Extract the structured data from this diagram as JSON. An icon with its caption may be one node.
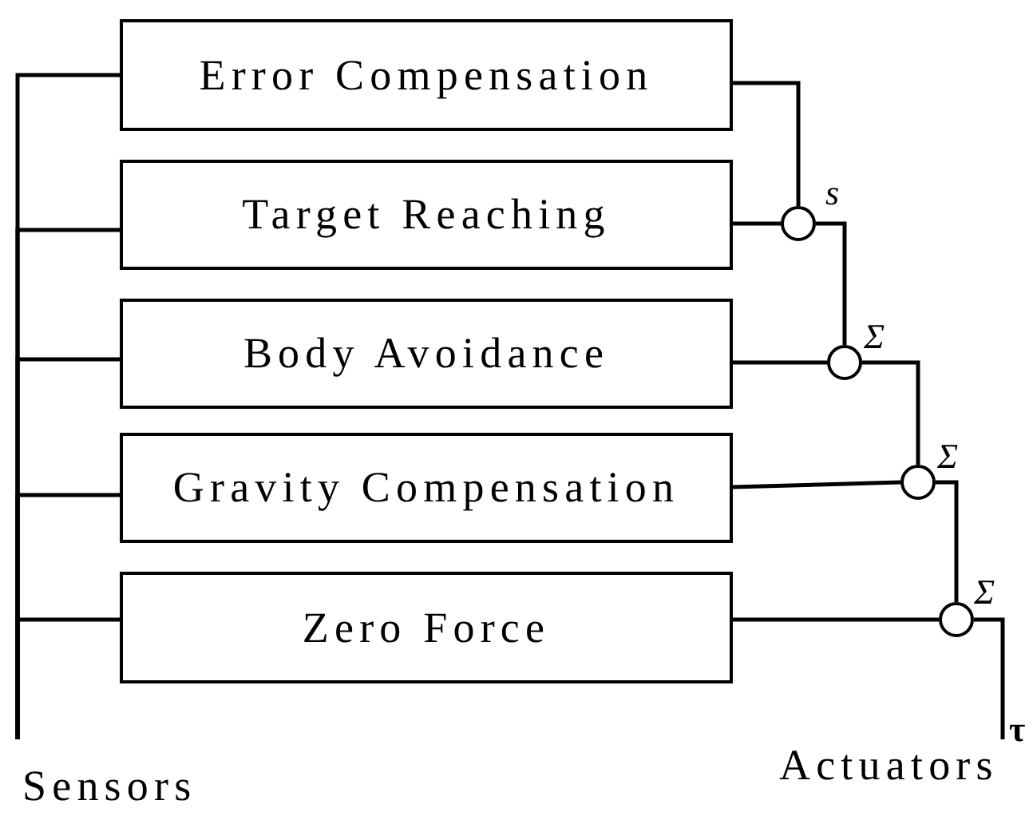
{
  "diagram": {
    "nodes": [
      {
        "text": [
          "Error Compensation"
        ]
      },
      {
        "text": [
          "Target Reaching"
        ]
      },
      {
        "text": [
          "Body Avoidance"
        ]
      },
      {
        "text": [
          "Gravity Compensation"
        ]
      },
      {
        "text": [
          "Zero Force"
        ]
      },
      {
        "text": [],
        "shape": "circle",
        "beside": [
          "s"
        ]
      },
      {
        "text": [],
        "shape": "circle",
        "beside": [
          "Σ"
        ]
      },
      {
        "text": [],
        "shape": "circle",
        "beside": [
          "Σ"
        ]
      },
      {
        "text": [],
        "shape": "circle",
        "beside": [
          "Σ"
        ]
      },
      {
        "text": [
          "Sensors"
        ]
      },
      {
        "text": [
          "Actuators"
        ]
      }
    ],
    "edges": [
      {
        "from": 9,
        "to": 0,
        "arrow": "none"
      },
      {
        "from": 9,
        "to": 1,
        "arrow": "none"
      },
      {
        "from": 9,
        "to": 2,
        "arrow": "none"
      },
      {
        "from": 9,
        "to": 3,
        "arrow": "none"
      },
      {
        "from": 9,
        "to": 4,
        "arrow": "none"
      },
      {
        "from": 0,
        "to": 5,
        "arrow": "none"
      },
      {
        "from": 1,
        "to": 5,
        "arrow": "none"
      },
      {
        "from": 5,
        "to": 6,
        "arrow": "none"
      },
      {
        "from": 2,
        "to": 6,
        "arrow": "none"
      },
      {
        "from": 6,
        "to": 7,
        "arrow": "none"
      },
      {
        "from": 3,
        "to": 7,
        "arrow": "none"
      },
      {
        "from": 7,
        "to": 8,
        "arrow": "none"
      },
      {
        "from": 4,
        "to": 8,
        "arrow": "none"
      },
      {
        "from": 8,
        "to": 10,
        "arrow": "none"
      }
    ],
    "labels": [
      "τ"
    ]
  }
}
